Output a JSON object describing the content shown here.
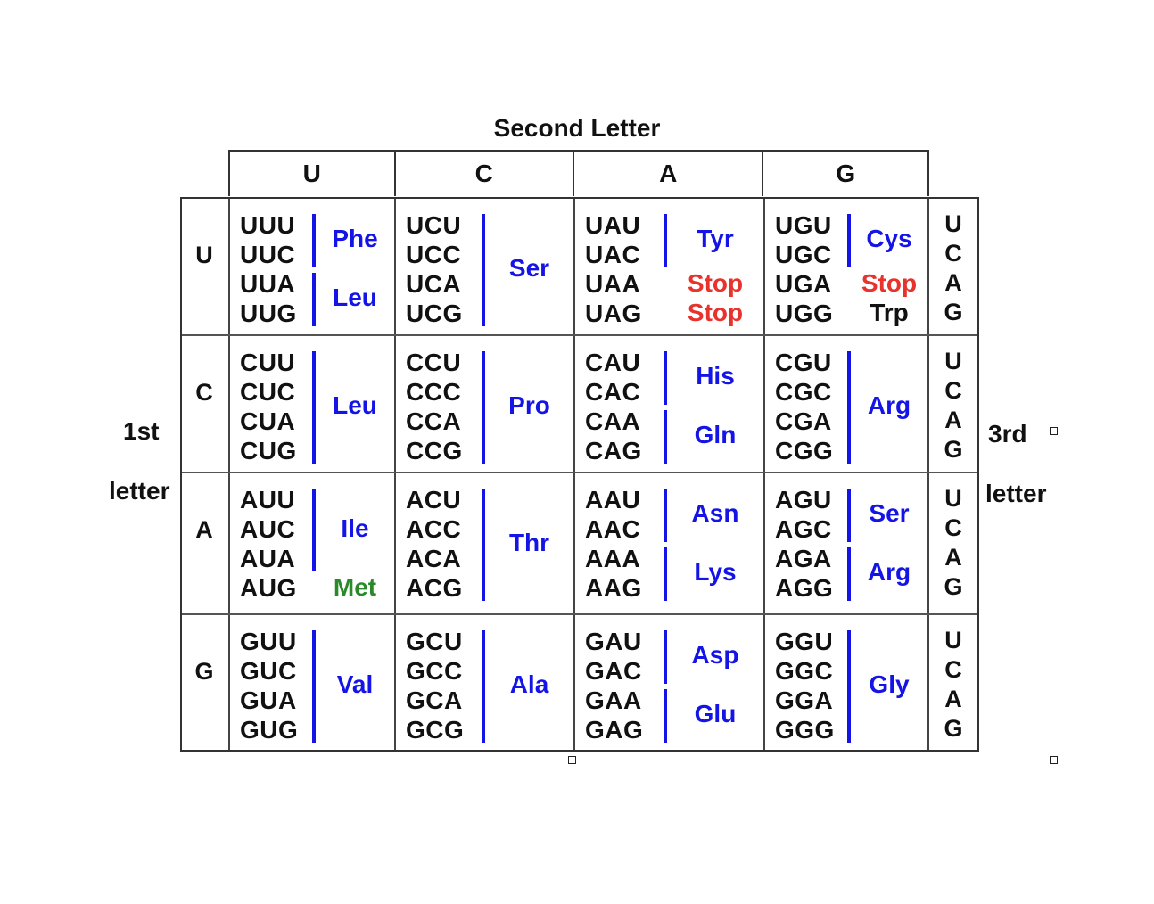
{
  "title": "Second Letter",
  "second_letters": [
    "U",
    "C",
    "A",
    "G"
  ],
  "first_letters": [
    "U",
    "C",
    "A",
    "G"
  ],
  "third_letters": [
    "U",
    "C",
    "A",
    "G"
  ],
  "first_label": [
    "1st",
    "letter"
  ],
  "third_label": [
    "3rd",
    "letter"
  ],
  "rows": [
    {
      "blocks": [
        {
          "codons": [
            "UUU",
            "UUC",
            "UUA",
            "UUG"
          ],
          "aa": [
            {
              "name": "Phe",
              "color": "blue",
              "span": [
                0,
                1
              ]
            },
            {
              "name": "Leu",
              "color": "blue",
              "span": [
                2,
                3
              ]
            }
          ]
        },
        {
          "codons": [
            "UCU",
            "UCC",
            "UCA",
            "UCG"
          ],
          "aa": [
            {
              "name": "Ser",
              "color": "blue",
              "span": [
                0,
                3
              ]
            }
          ]
        },
        {
          "codons": [
            "UAU",
            "UAC",
            "UAA",
            "UAG"
          ],
          "aa": [
            {
              "name": "Tyr",
              "color": "blue",
              "span": [
                0,
                1
              ]
            },
            {
              "name": "Stop",
              "color": "red",
              "span": [
                2,
                2
              ],
              "nobar": true
            },
            {
              "name": "Stop",
              "color": "red",
              "span": [
                3,
                3
              ],
              "nobar": true
            }
          ]
        },
        {
          "codons": [
            "UGU",
            "UGC",
            "UGA",
            "UGG"
          ],
          "aa": [
            {
              "name": "Cys",
              "color": "blue",
              "span": [
                0,
                1
              ]
            },
            {
              "name": "Stop",
              "color": "red",
              "span": [
                2,
                2
              ],
              "nobar": true
            },
            {
              "name": "Trp",
              "color": "black",
              "span": [
                3,
                3
              ],
              "nobar": true
            }
          ]
        }
      ]
    },
    {
      "blocks": [
        {
          "codons": [
            "CUU",
            "CUC",
            "CUA",
            "CUG"
          ],
          "aa": [
            {
              "name": "Leu",
              "color": "blue",
              "span": [
                0,
                3
              ]
            }
          ]
        },
        {
          "codons": [
            "CCU",
            "CCC",
            "CCA",
            "CCG"
          ],
          "aa": [
            {
              "name": "Pro",
              "color": "blue",
              "span": [
                0,
                3
              ]
            }
          ]
        },
        {
          "codons": [
            "CAU",
            "CAC",
            "CAA",
            "CAG"
          ],
          "aa": [
            {
              "name": "His",
              "color": "blue",
              "span": [
                0,
                1
              ]
            },
            {
              "name": "Gln",
              "color": "blue",
              "span": [
                2,
                3
              ]
            }
          ]
        },
        {
          "codons": [
            "CGU",
            "CGC",
            "CGA",
            "CGG"
          ],
          "aa": [
            {
              "name": "Arg",
              "color": "blue",
              "span": [
                0,
                3
              ]
            }
          ]
        }
      ]
    },
    {
      "blocks": [
        {
          "codons": [
            "AUU",
            "AUC",
            "AUA",
            "AUG"
          ],
          "aa": [
            {
              "name": "Ile",
              "color": "blue",
              "span": [
                0,
                2
              ]
            },
            {
              "name": "Met",
              "color": "green",
              "span": [
                3,
                3
              ],
              "nobar": true
            }
          ]
        },
        {
          "codons": [
            "ACU",
            "ACC",
            "ACA",
            "ACG"
          ],
          "aa": [
            {
              "name": "Thr",
              "color": "blue",
              "span": [
                0,
                3
              ]
            }
          ]
        },
        {
          "codons": [
            "AAU",
            "AAC",
            "AAA",
            "AAG"
          ],
          "aa": [
            {
              "name": "Asn",
              "color": "blue",
              "span": [
                0,
                1
              ]
            },
            {
              "name": "Lys",
              "color": "blue",
              "span": [
                2,
                3
              ]
            }
          ]
        },
        {
          "codons": [
            "AGU",
            "AGC",
            "AGA",
            "AGG"
          ],
          "aa": [
            {
              "name": "Ser",
              "color": "blue",
              "span": [
                0,
                1
              ]
            },
            {
              "name": "Arg",
              "color": "blue",
              "span": [
                2,
                3
              ]
            }
          ]
        }
      ]
    },
    {
      "blocks": [
        {
          "codons": [
            "GUU",
            "GUC",
            "GUA",
            "GUG"
          ],
          "aa": [
            {
              "name": "Val",
              "color": "blue",
              "span": [
                0,
                3
              ]
            }
          ]
        },
        {
          "codons": [
            "GCU",
            "GCC",
            "GCA",
            "GCG"
          ],
          "aa": [
            {
              "name": "Ala",
              "color": "blue",
              "span": [
                0,
                3
              ]
            }
          ]
        },
        {
          "codons": [
            "GAU",
            "GAC",
            "GAA",
            "GAG"
          ],
          "aa": [
            {
              "name": "Asp",
              "color": "blue",
              "span": [
                0,
                1
              ]
            },
            {
              "name": "Glu",
              "color": "blue",
              "span": [
                2,
                3
              ]
            }
          ]
        },
        {
          "codons": [
            "GGU",
            "GGC",
            "GGA",
            "GGG"
          ],
          "aa": [
            {
              "name": "Gly",
              "color": "blue",
              "span": [
                0,
                3
              ]
            }
          ]
        }
      ]
    }
  ],
  "colors": {
    "blue": "#1414e6",
    "red": "#e8322c",
    "green": "#2a8a2a",
    "black": "#111111"
  }
}
